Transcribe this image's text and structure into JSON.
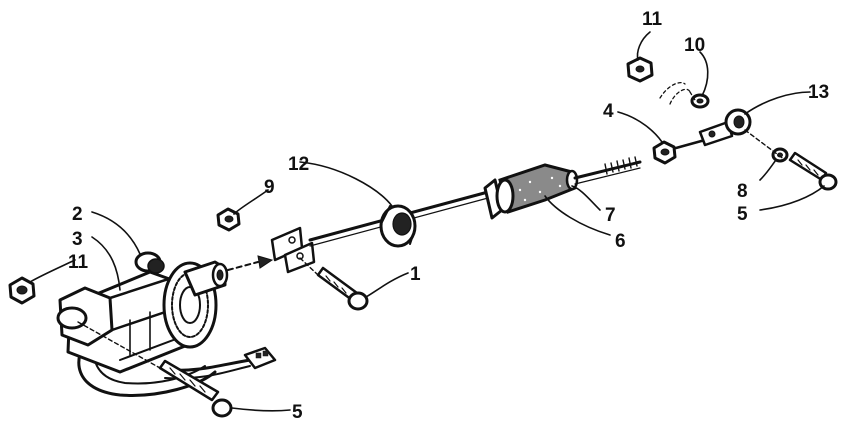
{
  "diagram": {
    "callouts": [
      {
        "id": "c11a",
        "text": "11"
      },
      {
        "id": "c10",
        "text": "10"
      },
      {
        "id": "c13",
        "text": "13"
      },
      {
        "id": "c4",
        "text": "4"
      },
      {
        "id": "c8",
        "text": "8"
      },
      {
        "id": "c5a",
        "text": "5"
      },
      {
        "id": "c12",
        "text": "12"
      },
      {
        "id": "c9",
        "text": "9"
      },
      {
        "id": "c7",
        "text": "7"
      },
      {
        "id": "c6",
        "text": "6"
      },
      {
        "id": "c2",
        "text": "2"
      },
      {
        "id": "c3",
        "text": "3"
      },
      {
        "id": "c11b",
        "text": "11"
      },
      {
        "id": "c1",
        "text": "1"
      },
      {
        "id": "c5b",
        "text": "5"
      }
    ]
  }
}
